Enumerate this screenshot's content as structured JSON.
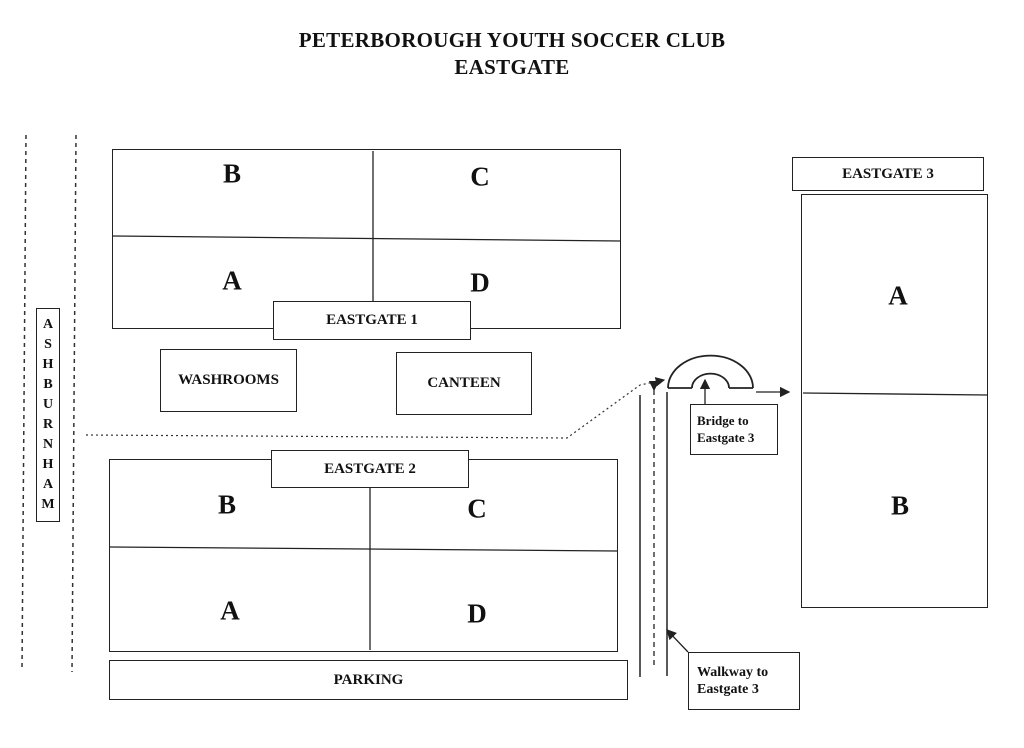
{
  "title": {
    "line1": "PETERBOROUGH YOUTH SOCCER CLUB",
    "line2": "EASTGATE"
  },
  "street": {
    "name": "ASHBURNHAM"
  },
  "eastgate1": {
    "label": "EASTGATE 1",
    "fields": {
      "b": "B",
      "c": "C",
      "a": "A",
      "d": "D"
    }
  },
  "eastgate2": {
    "label": "EASTGATE 2",
    "fields": {
      "b": "B",
      "c": "C",
      "a": "A",
      "d": "D"
    }
  },
  "eastgate3": {
    "label": "EASTGATE 3",
    "fields": {
      "a": "A",
      "b": "B"
    }
  },
  "facilities": {
    "washrooms": "WASHROOMS",
    "canteen": "CANTEEN",
    "parking": "PARKING"
  },
  "annotations": {
    "bridge": "Bridge to Eastgate 3",
    "walkway": "Walkway to Eastgate 3"
  }
}
